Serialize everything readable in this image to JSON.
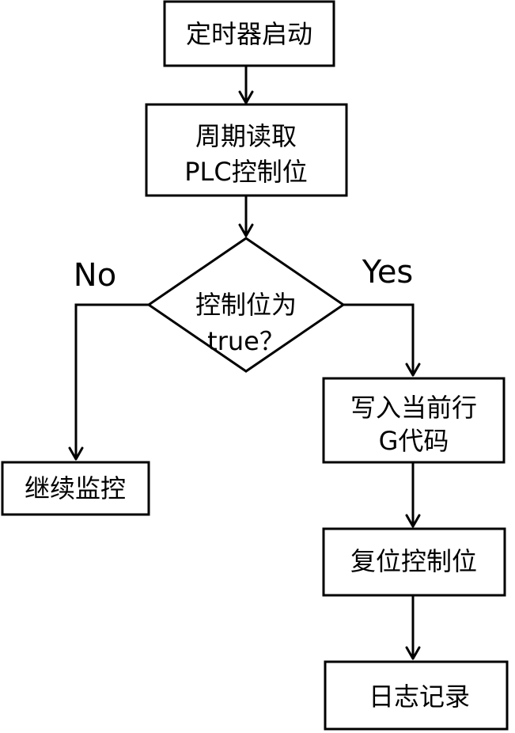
{
  "nodes": {
    "start": {
      "label": "定时器启动"
    },
    "read": {
      "line1": "周期读取",
      "line2": "PLC控制位"
    },
    "decision": {
      "line1": "控制位为",
      "line2": "true？"
    },
    "continue": {
      "label": "继续监控"
    },
    "write": {
      "line1": "写入当前行",
      "line2": "G代码"
    },
    "reset": {
      "label": "复位控制位"
    },
    "log": {
      "label": "日志记录"
    }
  },
  "branches": {
    "no": "No",
    "yes": "Yes"
  }
}
